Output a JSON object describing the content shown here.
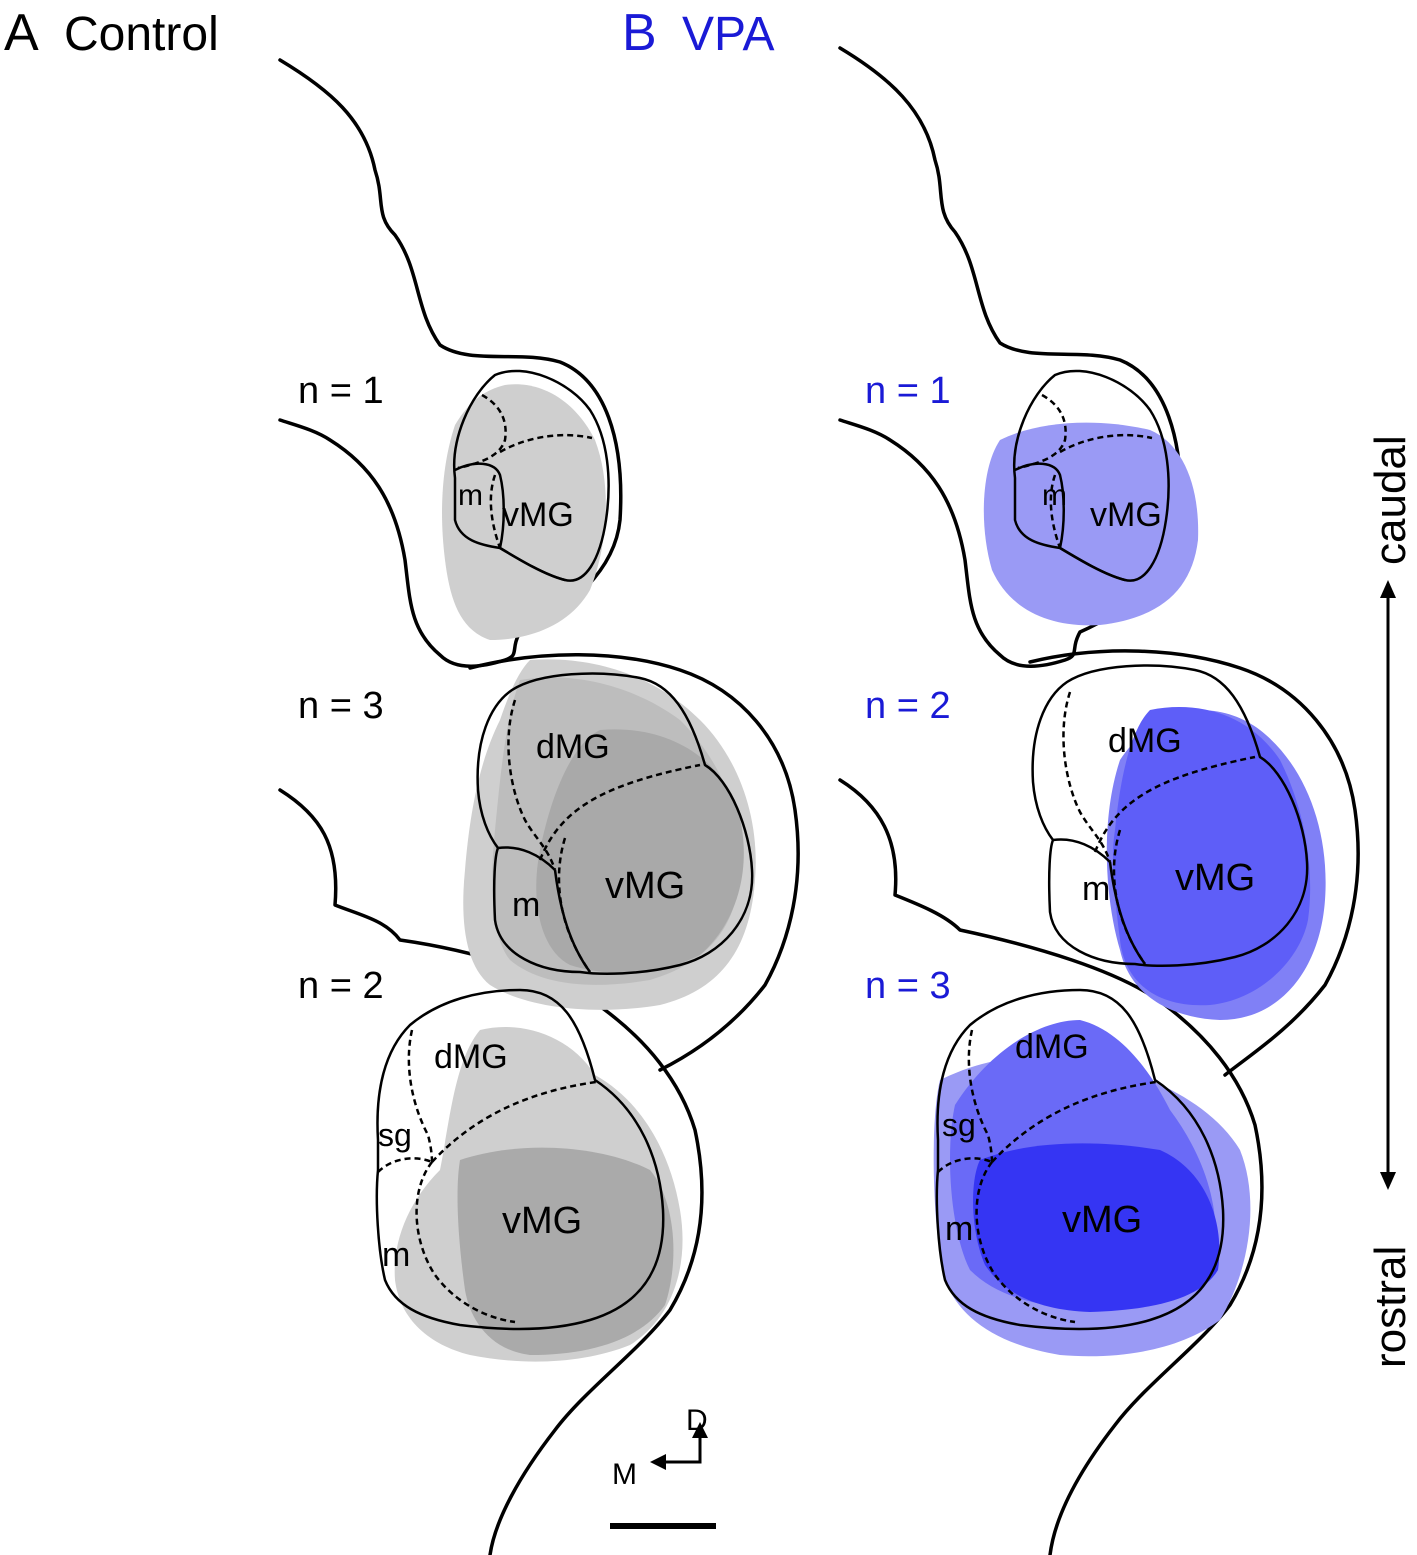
{
  "panel_a": {
    "letter": "A",
    "title": "Control",
    "sections": [
      {
        "count": "n = 1"
      },
      {
        "count": "n = 3"
      },
      {
        "count": "n = 2"
      }
    ]
  },
  "panel_b": {
    "letter": "B",
    "title": "VPA",
    "sections": [
      {
        "count": "n = 1"
      },
      {
        "count": "n = 2"
      },
      {
        "count": "n = 3"
      }
    ]
  },
  "regions": {
    "dmg": "dMG",
    "vmg": "vMG",
    "m": "m",
    "sg": "sg"
  },
  "axis": {
    "caudal": "caudal",
    "rostral": "rostral"
  },
  "compass": {
    "dorsal": "D",
    "medial": "M"
  },
  "colors": {
    "control_light": "#cfcfcf",
    "control_dark": "#a3a3a3",
    "vpa_light": "#9a9af5",
    "vpa_mid": "#5e5ef8",
    "vpa_dark": "#3535f3",
    "vpa_text": "#1a1ad6"
  }
}
